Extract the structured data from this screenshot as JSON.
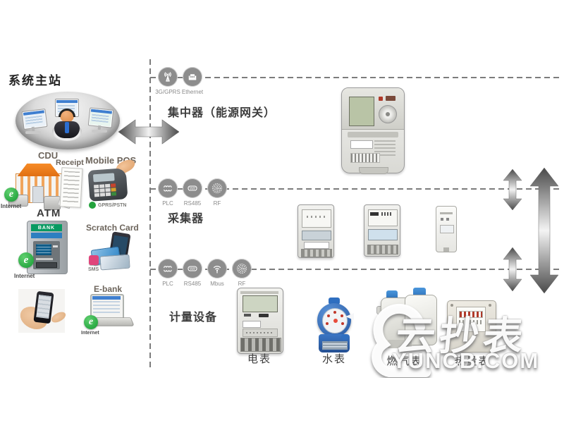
{
  "master": {
    "title": "系统主站"
  },
  "channels": {
    "cdu": {
      "label": "CDU",
      "receipt": "Receipt",
      "badge": "e",
      "net": "Internet"
    },
    "pos": {
      "label": "Mobile POS",
      "conn": "GPRS/PSTN"
    },
    "atm": {
      "label": "ATM",
      "bank": "BANK",
      "badge": "e",
      "net": "Internet"
    },
    "scratch": {
      "label": "Scratch Card",
      "conn": "SMS"
    },
    "ebank": {
      "label": "E-bank",
      "badge": "e",
      "net": "Internet"
    }
  },
  "tiers": {
    "backhaul": {
      "title": "集中器（能源网关）",
      "icons": [
        {
          "name": "3g-gprs-icon",
          "label": "3G/GPRS"
        },
        {
          "name": "ethernet-icon",
          "label": "Ethernet"
        }
      ]
    },
    "collector": {
      "title": "采集器",
      "icons": [
        {
          "name": "plc-icon",
          "label": "PLC"
        },
        {
          "name": "rs485-icon",
          "label": "RS485"
        },
        {
          "name": "rf-icon",
          "label": "RF"
        }
      ]
    },
    "metering": {
      "title": "计量设备",
      "icons": [
        {
          "name": "plc-icon",
          "label": "PLC"
        },
        {
          "name": "rs485-icon",
          "label": "RS485"
        },
        {
          "name": "mbus-icon",
          "label": "Mbus"
        },
        {
          "name": "rf-icon",
          "label": "RF"
        }
      ]
    }
  },
  "meters": {
    "electric": "电表",
    "water": "水表",
    "gas": "燃气表",
    "heat": "热量表"
  },
  "watermark": {
    "brand": "云抄表",
    "domain": "YUNCB.COM"
  },
  "colors": {
    "orange": "#ee7b1d",
    "icon_gray": "#8d8d8d",
    "badge_green": "#23a23c",
    "bank_green": "#089a62",
    "water_blue": "#2f6fc0",
    "sms_pink": "#e0457b",
    "dash_gray": "#7c7c7c"
  }
}
